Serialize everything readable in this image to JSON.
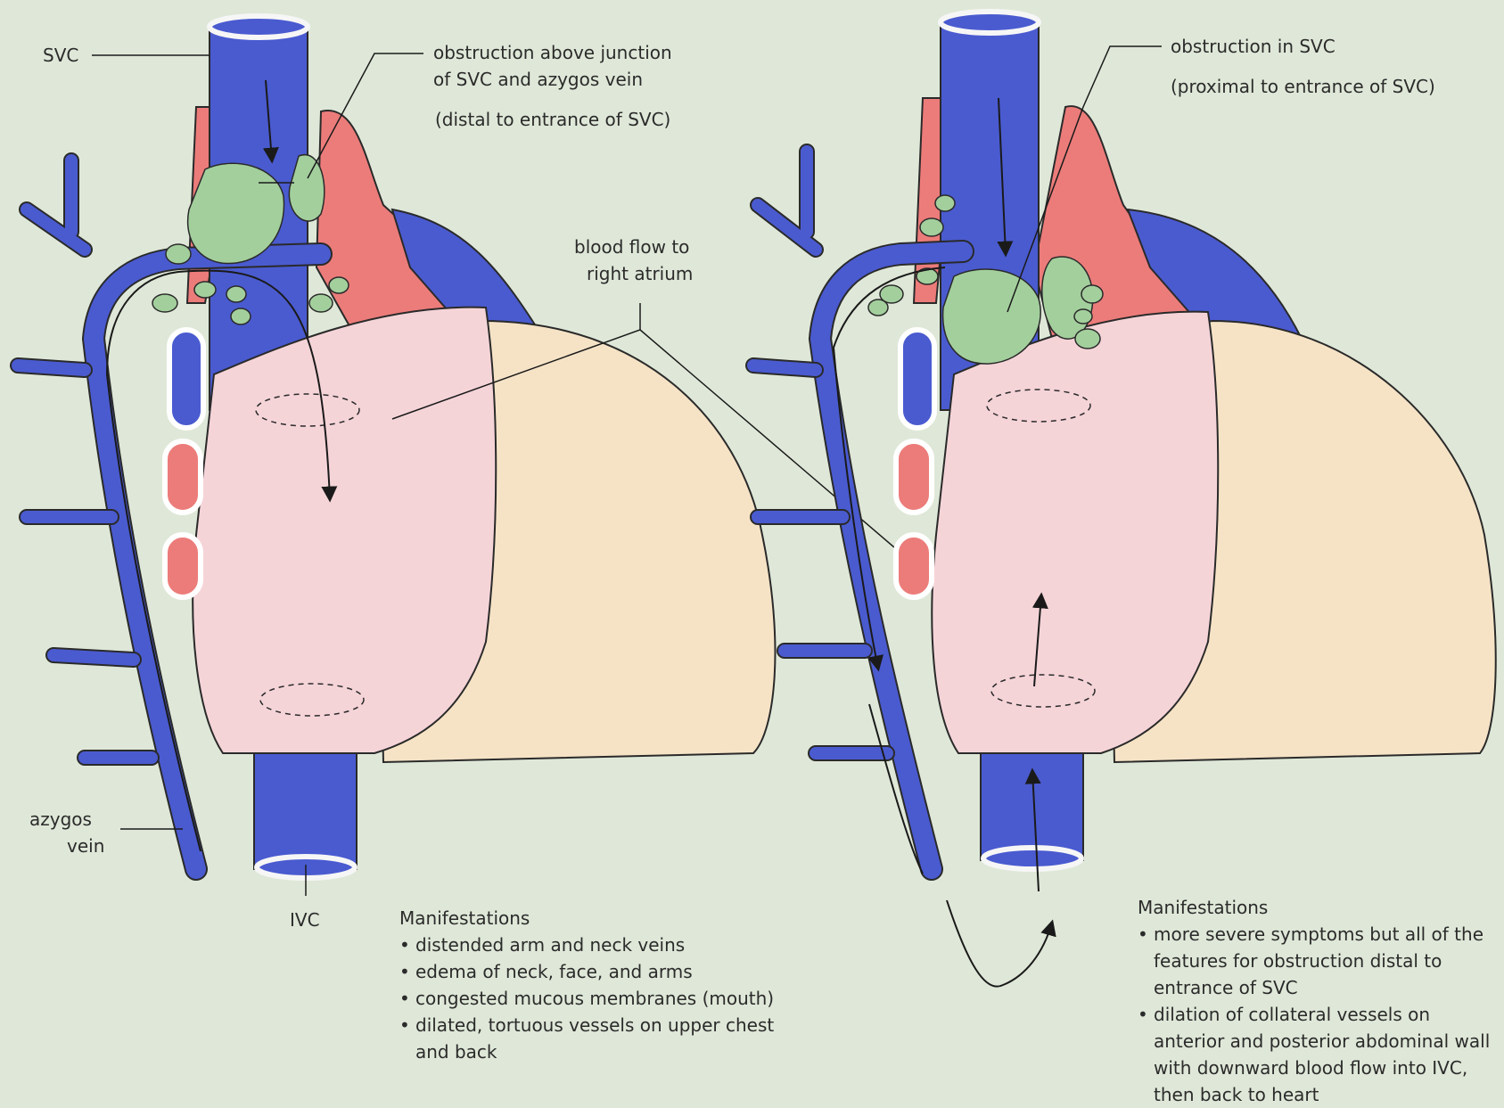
{
  "left_panel": {
    "svc_label": "SVC",
    "obstruction_label_line1": "obstruction above junction",
    "obstruction_label_line2": "of SVC and azygos vein",
    "obstruction_note": "(distal to entrance of SVC)",
    "blood_flow_line1": "blood flow to",
    "blood_flow_line2": "right atrium",
    "azygos_line1": "azygos",
    "azygos_line2": "vein",
    "ivc_label": "IVC",
    "manifestations": {
      "title": "Manifestations",
      "items": [
        "distended arm and neck veins",
        "edema of neck, face, and arms",
        "congested mucous membranes (mouth)",
        "dilated, tortuous vessels on upper chest and back"
      ]
    }
  },
  "right_panel": {
    "obstruction_label": "obstruction in SVC",
    "obstruction_note": "(proximal to entrance of SVC)",
    "manifestations": {
      "title": "Manifestations",
      "items": [
        "more severe symptoms but all of the features for obstruction distal to entrance of SVC",
        "dilation of collateral vessels on anterior and posterior abdominal wall with downward blood flow into IVC, then back to heart"
      ]
    }
  },
  "colors": {
    "background": "#dfe8d8",
    "vein_blue": "#4a5bd0",
    "artery_red": "#ec7c7a",
    "right_atrium_pink": "#f5d4d8",
    "ventricle_cream": "#f6e3c6",
    "tumor_green": "#a3cf9d"
  }
}
